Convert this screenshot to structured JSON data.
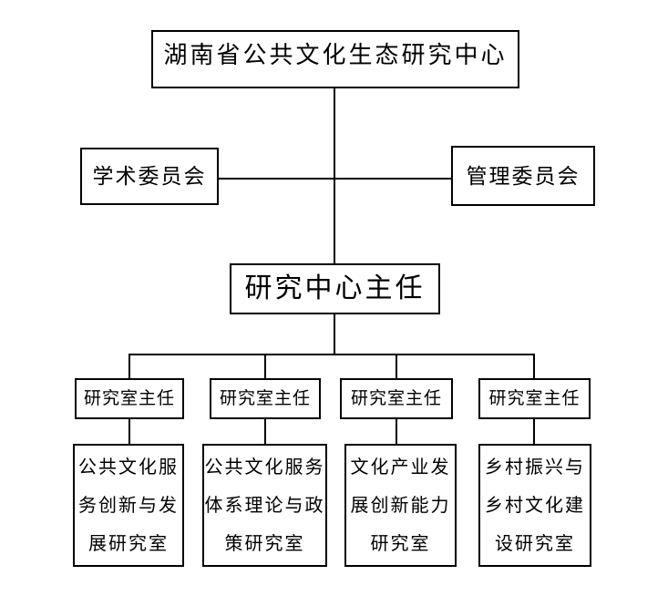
{
  "org_chart": {
    "title_hint": "organization chart",
    "root": {
      "label": "湖南省公共文化生态研究中心"
    },
    "committees": {
      "academic": {
        "label": "学术委员会"
      },
      "management": {
        "label": "管理委员会"
      }
    },
    "director": {
      "label": "研究中心主任"
    },
    "offices": [
      {
        "head": "研究室主任",
        "lines": [
          "公共文化服",
          "务创新与发",
          "展研究室"
        ]
      },
      {
        "head": "研究室主任",
        "lines": [
          "公共文化服务",
          "体系理论与政",
          "策研究室"
        ]
      },
      {
        "head": "研究室主任",
        "lines": [
          "文化产业发",
          "展创新能力",
          "研究室"
        ]
      },
      {
        "head": "研究室主任",
        "lines": [
          "乡村振兴与",
          "乡村文化建",
          "设研究室"
        ]
      }
    ],
    "colors": {
      "line": "#000000",
      "text": "#000000",
      "background": "#ffffff"
    }
  }
}
